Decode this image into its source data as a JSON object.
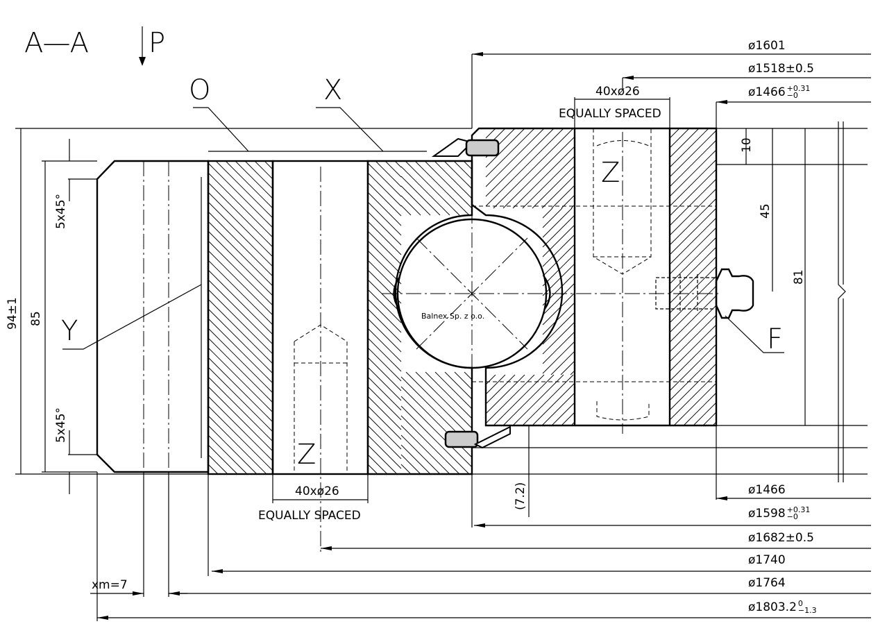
{
  "section": {
    "title": "A—A",
    "view_letter": "P"
  },
  "callouts": {
    "o": "O",
    "x": "X",
    "y": "Y",
    "f": "F",
    "z_top": "Z",
    "z_bottom": "Z"
  },
  "holes": {
    "top": {
      "count": "40xø26",
      "note": "EQUALLY SPACED"
    },
    "bottom": {
      "count": "40xø26",
      "note": "EQUALLY SPACED"
    }
  },
  "left_dims": {
    "height_total": "94±1",
    "height_inner": "85",
    "chamfer_top": "5x45°",
    "chamfer_bottom": "5x45°",
    "module": "xm=7"
  },
  "right_dims": {
    "d10": "10",
    "d45": "45",
    "d81": "81",
    "d72": "(7.2)"
  },
  "diameters_top": [
    {
      "base": "ø1601",
      "upper": "",
      "lower": ""
    },
    {
      "base": "ø1518±0.5",
      "upper": "",
      "lower": ""
    },
    {
      "base": "ø1466",
      "upper": "+0.31",
      "lower": "−0"
    }
  ],
  "diameters_bottom": [
    {
      "base": "ø1466",
      "upper": "",
      "lower": ""
    },
    {
      "base": "ø1598",
      "upper": "+0.31",
      "lower": "−0"
    },
    {
      "base": "ø1682±0.5",
      "upper": "",
      "lower": ""
    },
    {
      "base": "ø1740",
      "upper": "",
      "lower": ""
    },
    {
      "base": "ø1764",
      "upper": "",
      "lower": ""
    },
    {
      "base": "ø1803.2",
      "upper": "0",
      "lower": "−1.3"
    }
  ],
  "watermark": "Balnex Sp. z o.o."
}
